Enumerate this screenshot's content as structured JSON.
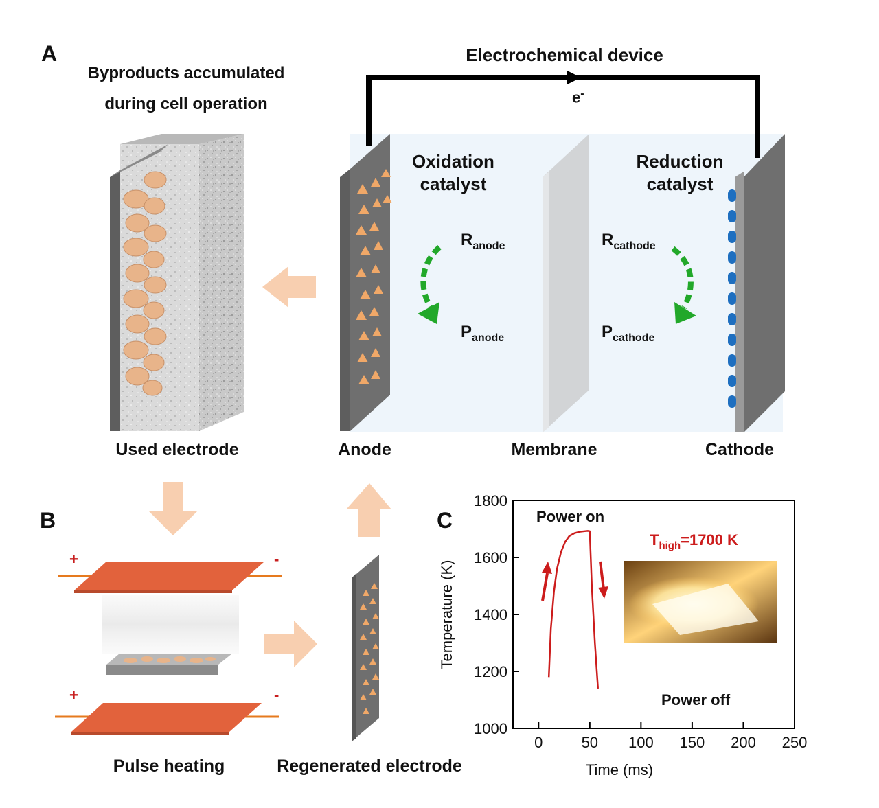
{
  "panels": {
    "a": "A",
    "b": "B",
    "c": "C"
  },
  "panel_a": {
    "byproducts_line1": "Byproducts accumulated",
    "byproducts_line2": "during cell operation",
    "device_title": "Electrochemical device",
    "electron": "e",
    "electron_sup": "-",
    "oxidation_line1": "Oxidation",
    "oxidation_line2": "catalyst",
    "reduction_line1": "Reduction",
    "reduction_line2": "catalyst",
    "r_anode": {
      "main": "R",
      "sub": "anode"
    },
    "p_anode": {
      "main": "P",
      "sub": "anode"
    },
    "r_cathode": {
      "main": "R",
      "sub": "cathode"
    },
    "p_cathode": {
      "main": "P",
      "sub": "cathode"
    },
    "used_electrode": "Used electrode",
    "anode": "Anode",
    "membrane": "Membrane",
    "cathode": "Cathode"
  },
  "panel_b": {
    "plus": "+",
    "minus": "-",
    "pulse_heating": "Pulse heating",
    "regenerated_electrode": "Regenerated electrode"
  },
  "colors": {
    "electrode_gray": "#6f6f6f",
    "anode_catalyst": "#f0a868",
    "cathode_catalyst": "#1e6fc0",
    "arrow_peach": "#f8cfb0",
    "curve_green": "#22a82a",
    "heater_plate": "#e2623c",
    "curve_red": "#cc1c1c"
  },
  "chart_data": {
    "type": "line",
    "title": "",
    "xlabel": "Time (ms)",
    "ylabel": "Temperature (K)",
    "xlim": [
      -25,
      250
    ],
    "ylim": [
      1000,
      1800
    ],
    "xticks": [
      0,
      50,
      100,
      150,
      200,
      250
    ],
    "yticks": [
      1000,
      1200,
      1400,
      1600,
      1800
    ],
    "grid": false,
    "series": [
      {
        "color": "#cc1c1c",
        "x": [
          10,
          12,
          15,
          18,
          22,
          26,
          30,
          35,
          40,
          45,
          48,
          50,
          52,
          55,
          58
        ],
        "y": [
          1180,
          1350,
          1480,
          1560,
          1620,
          1655,
          1675,
          1685,
          1690,
          1692,
          1693,
          1692,
          1500,
          1300,
          1140
        ]
      }
    ],
    "annotations": {
      "power_on": "Power on",
      "power_off": "Power off",
      "t_high_label": "T",
      "t_high_sub": "high",
      "t_high_value": "=1700 K"
    }
  }
}
